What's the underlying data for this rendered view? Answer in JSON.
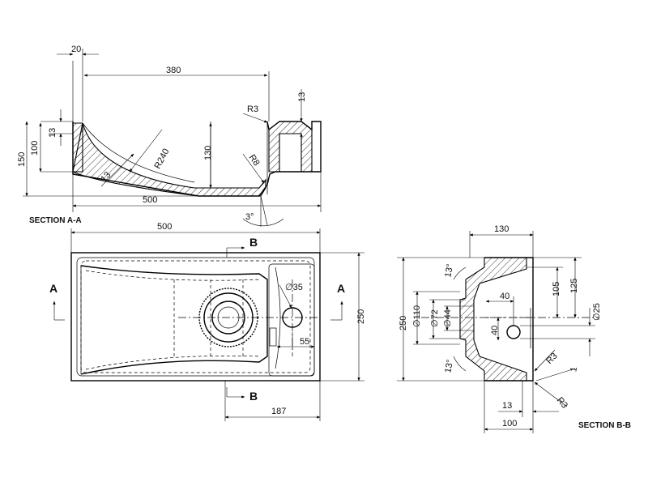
{
  "sections": {
    "aa_title": "SECTION A-A",
    "bb_title": "SECTION B-B"
  },
  "section_aa": {
    "d20": "20",
    "d380": "380",
    "d13_top": "13",
    "d13_right": "13",
    "d100": "100",
    "d150": "150",
    "d130": "130",
    "d500": "500",
    "r3": "R3",
    "r240": "R240",
    "r8": "R8",
    "d13_wall": "13",
    "angle3": "3°"
  },
  "plan": {
    "d500": "500",
    "d250": "250",
    "d35": "∅35",
    "d55": "55",
    "d187": "187",
    "arrow_a": "A",
    "arrow_b": "B"
  },
  "section_bb": {
    "d130": "130",
    "d13deg_top": "13°",
    "d105": "105",
    "d125": "125",
    "d40_h": "40",
    "d40_v": "40",
    "d110": "∅110",
    "d72": "∅72",
    "d44": "∅44",
    "d25": "∅25",
    "d250": "250",
    "d13deg_bot": "13°",
    "r3_a": "R3",
    "r3_b": "R3",
    "d1": "1",
    "d13": "13",
    "d100": "100"
  }
}
